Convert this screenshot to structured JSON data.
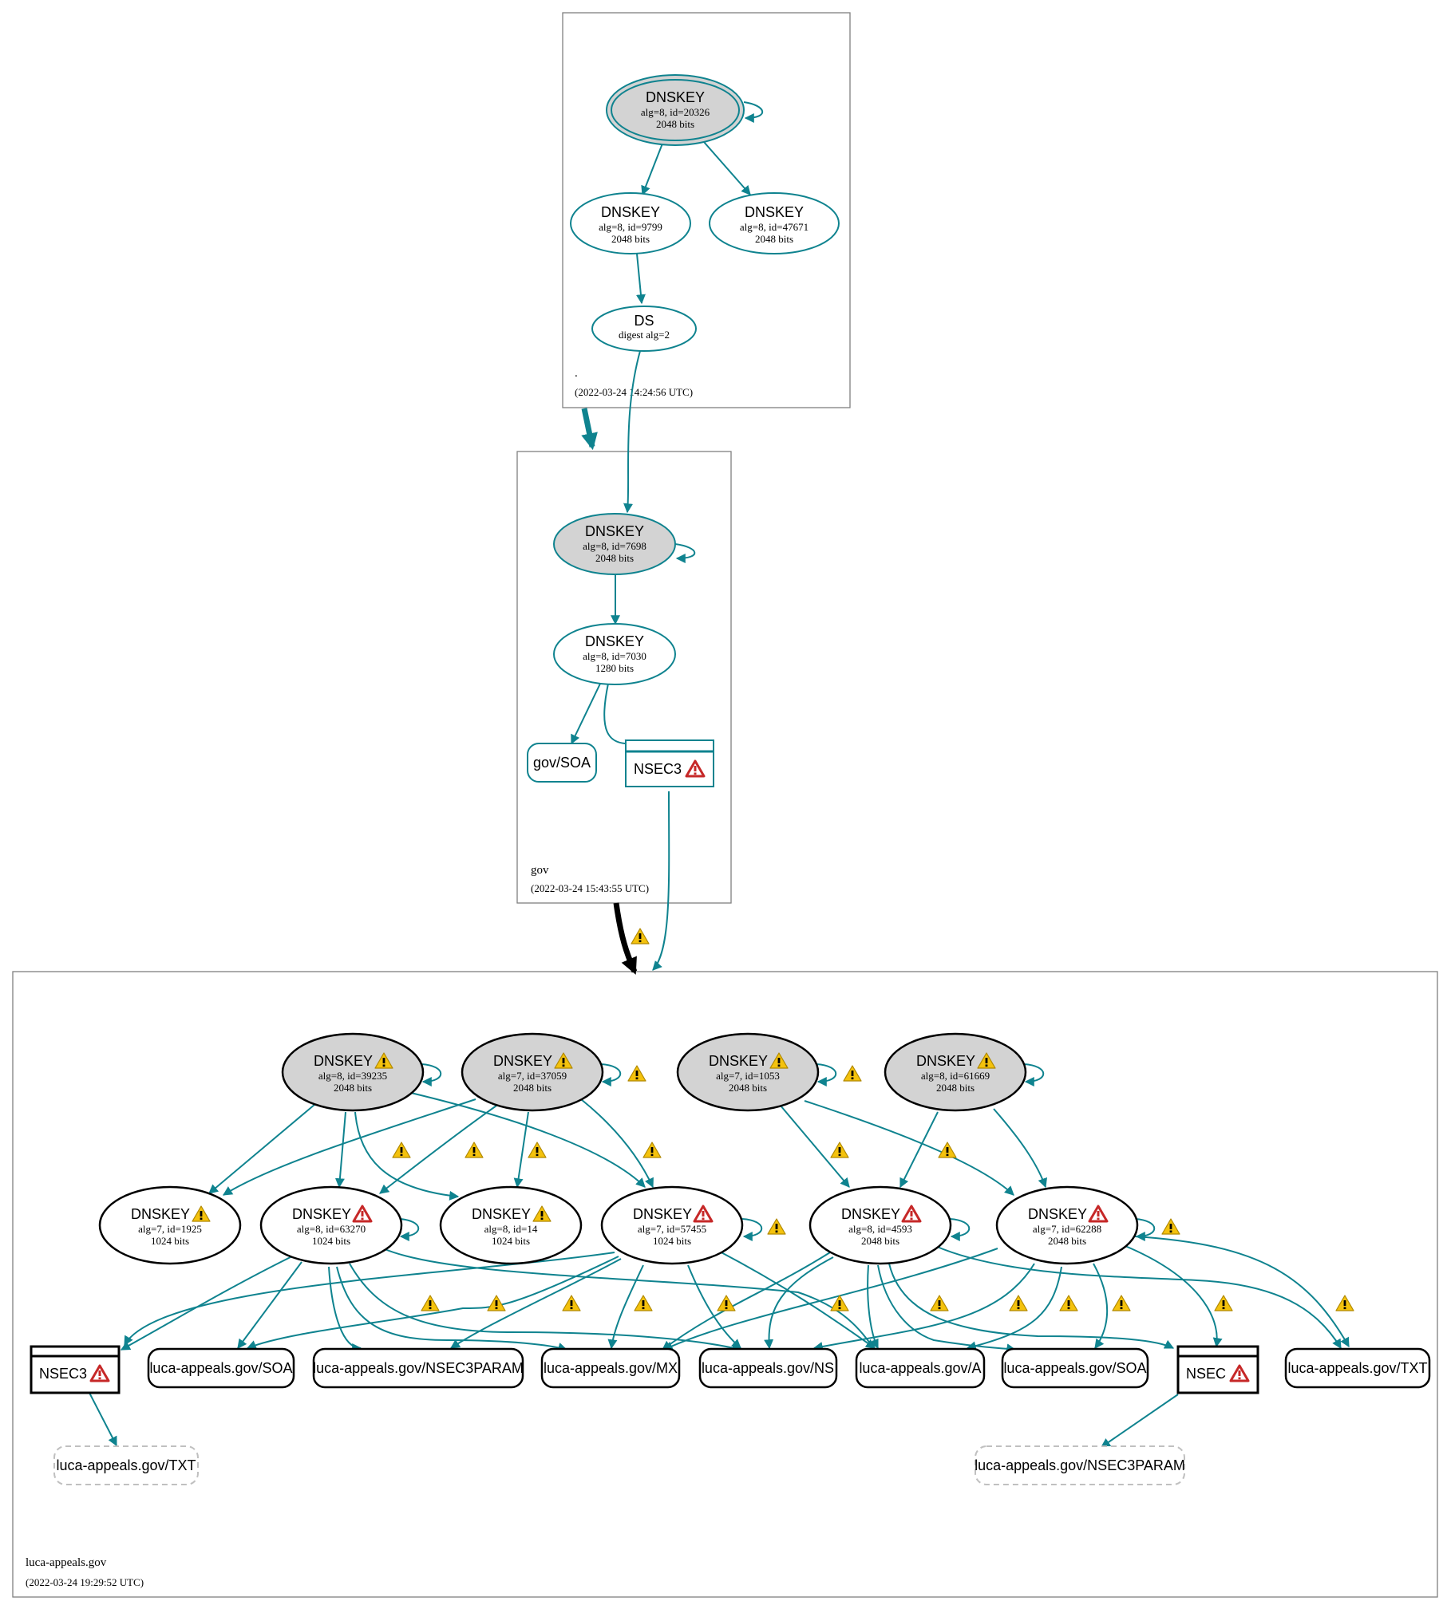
{
  "zones": {
    "root": {
      "name": ".",
      "timestamp": "(2022-03-24 14:24:56 UTC)"
    },
    "gov": {
      "name": "gov",
      "timestamp": "(2022-03-24 15:43:55 UTC)"
    },
    "luca": {
      "name": "luca-appeals.gov",
      "timestamp": "(2022-03-24 19:29:52 UTC)"
    }
  },
  "root_nodes": {
    "ksk": {
      "title": "DNSKEY",
      "line1": "alg=8, id=20326",
      "line2": "2048 bits"
    },
    "zsk1": {
      "title": "DNSKEY",
      "line1": "alg=8, id=9799",
      "line2": "2048 bits"
    },
    "zsk2": {
      "title": "DNSKEY",
      "line1": "alg=8, id=47671",
      "line2": "2048 bits"
    },
    "ds": {
      "title": "DS",
      "line1": "digest alg=2"
    }
  },
  "gov_nodes": {
    "ksk": {
      "title": "DNSKEY",
      "line1": "alg=8, id=7698",
      "line2": "2048 bits"
    },
    "zsk": {
      "title": "DNSKEY",
      "line1": "alg=8, id=7030",
      "line2": "1280 bits"
    },
    "soa": {
      "label": "gov/SOA"
    },
    "nsec3": {
      "label": "NSEC3"
    }
  },
  "luca_keys": {
    "k39235": {
      "title": "DNSKEY",
      "line1": "alg=8, id=39235",
      "line2": "2048 bits"
    },
    "k37059": {
      "title": "DNSKEY",
      "line1": "alg=7, id=37059",
      "line2": "2048 bits"
    },
    "k1053": {
      "title": "DNSKEY",
      "line1": "alg=7, id=1053",
      "line2": "2048 bits"
    },
    "k61669": {
      "title": "DNSKEY",
      "line1": "alg=8, id=61669",
      "line2": "2048 bits"
    },
    "k1925": {
      "title": "DNSKEY",
      "line1": "alg=7, id=1925",
      "line2": "1024 bits"
    },
    "k63270": {
      "title": "DNSKEY",
      "line1": "alg=8, id=63270",
      "line2": "1024 bits"
    },
    "k14": {
      "title": "DNSKEY",
      "line1": "alg=8, id=14",
      "line2": "1024 bits"
    },
    "k57455": {
      "title": "DNSKEY",
      "line1": "alg=7, id=57455",
      "line2": "1024 bits"
    },
    "k4593": {
      "title": "DNSKEY",
      "line1": "alg=8, id=4593",
      "line2": "2048 bits"
    },
    "k62288": {
      "title": "DNSKEY",
      "line1": "alg=7, id=62288",
      "line2": "2048 bits"
    }
  },
  "luca_records": {
    "nsec3": "NSEC3",
    "soa1": "luca-appeals.gov/SOA",
    "nsec3param1": "luca-appeals.gov/NSEC3PARAM",
    "mx": "luca-appeals.gov/MX",
    "ns": "luca-appeals.gov/NS",
    "a": "luca-appeals.gov/A",
    "soa2": "luca-appeals.gov/SOA",
    "nsec": "NSEC",
    "txt1": "luca-appeals.gov/TXT",
    "txt2": "luca-appeals.gov/TXT",
    "nsec3param2": "luca-appeals.gov/NSEC3PARAM"
  },
  "colors": {
    "secure": "#0f838f",
    "insecure": "#000000",
    "ksk_fill": "#d3d3d3",
    "warning": "#f4c20d",
    "error": "#c62828",
    "zone_border": "#808080",
    "nonexistent": "#c0c0c0"
  },
  "icons": {
    "warning": "warning-triangle-icon",
    "error": "error-triangle-icon"
  }
}
